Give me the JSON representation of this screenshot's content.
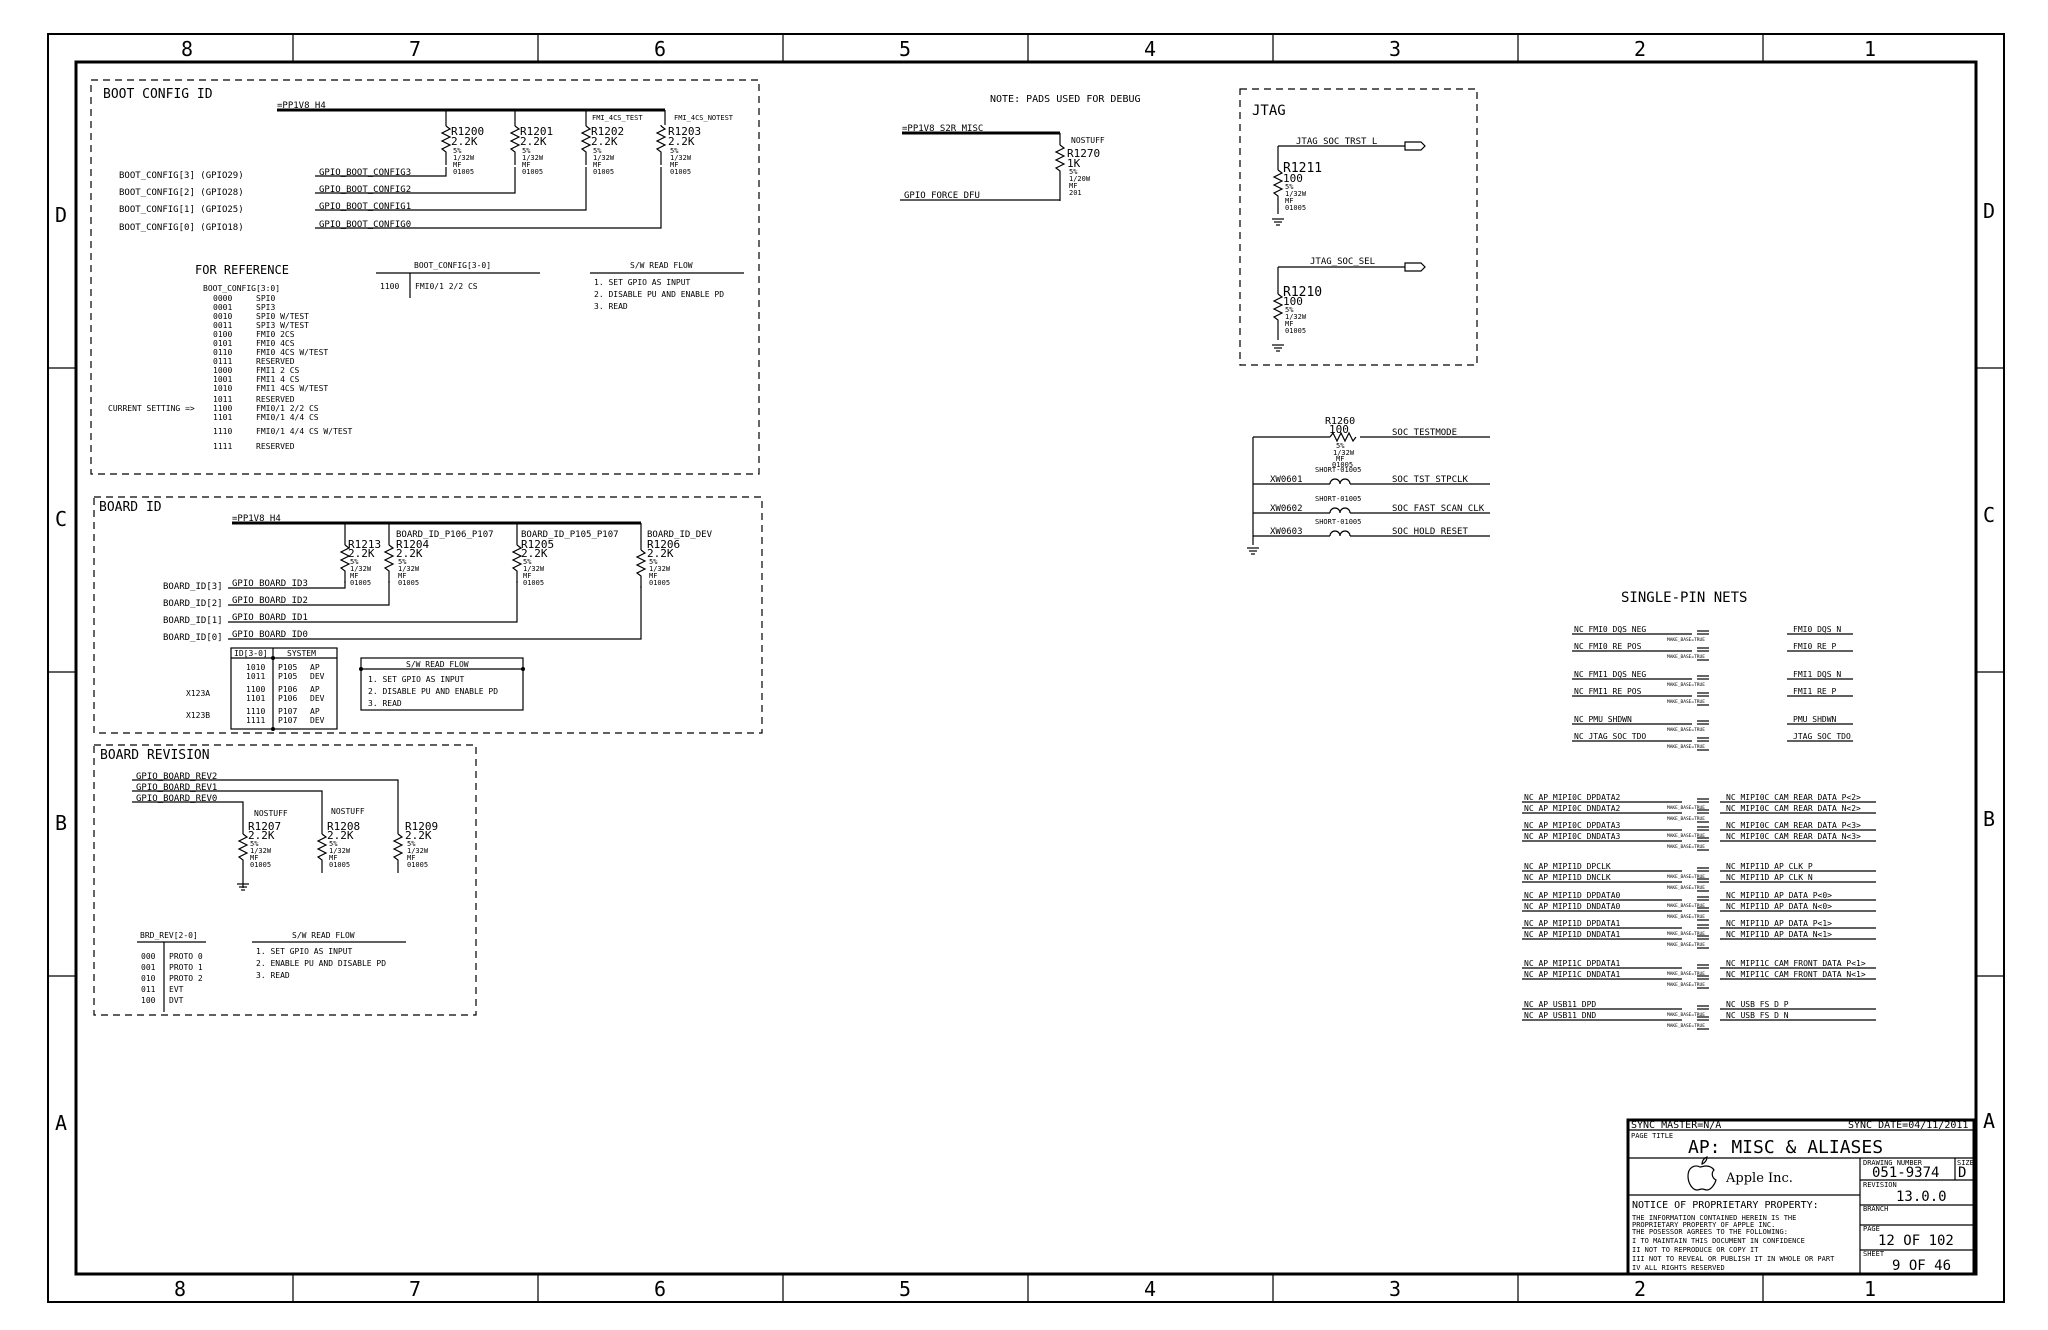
{
  "border": {
    "columns": [
      "8",
      "7",
      "6",
      "5",
      "4",
      "3",
      "2",
      "1"
    ],
    "rows": [
      "D",
      "C",
      "B",
      "A"
    ]
  },
  "note_debug": "NOTE:  PADS USED FOR DEBUG",
  "boot_config": {
    "title": "BOOT CONFIG ID",
    "rail": "=PP1V8_H4",
    "fmi_labels": [
      "FMI_4CS_TEST",
      "FMI_4CS_NOTEST"
    ],
    "resistors": [
      {
        "ref": "R1200",
        "value": "2.2K",
        "specs": [
          "5%",
          "1/32W",
          "MF",
          "01005"
        ]
      },
      {
        "ref": "R1201",
        "value": "2.2K",
        "specs": [
          "5%",
          "1/32W",
          "MF",
          "01005"
        ]
      },
      {
        "ref": "R1202",
        "value": "2.2K",
        "specs": [
          "5%",
          "1/32W",
          "MF",
          "01005"
        ]
      },
      {
        "ref": "R1203",
        "value": "2.2K",
        "specs": [
          "5%",
          "1/32W",
          "MF",
          "01005"
        ]
      }
    ],
    "signals": [
      {
        "label": "BOOT_CONFIG[3] (GPIO29)",
        "net": "GPIO_BOOT_CONFIG3"
      },
      {
        "label": "BOOT_CONFIG[2] (GPIO28)",
        "net": "GPIO_BOOT_CONFIG2"
      },
      {
        "label": "BOOT_CONFIG[1] (GPIO25)",
        "net": "GPIO_BOOT_CONFIG1"
      },
      {
        "label": "BOOT_CONFIG[0] (GPIO18)",
        "net": "GPIO_BOOT_CONFIG0"
      }
    ],
    "reference_title": "FOR REFERENCE",
    "reference_header": "BOOT_CONFIG[3:0]",
    "reference_rows": [
      {
        "code": "0000",
        "desc": "SPI0"
      },
      {
        "code": "0001",
        "desc": "SPI3"
      },
      {
        "code": "0010",
        "desc": "SPI0 W/TEST"
      },
      {
        "code": "0011",
        "desc": "SPI3 W/TEST"
      },
      {
        "code": "0100",
        "desc": "FMI0 2CS"
      },
      {
        "code": "0101",
        "desc": "FMI0 4CS"
      },
      {
        "code": "0110",
        "desc": "FMI0 4CS W/TEST"
      },
      {
        "code": "0111",
        "desc": "RESERVED"
      },
      {
        "code": "1000",
        "desc": "FMI1 2 CS"
      },
      {
        "code": "1001",
        "desc": "FMI1 4 CS"
      },
      {
        "code": "1010",
        "desc": "FMI1 4CS W/TEST"
      },
      {
        "code": "1011",
        "desc": "RESERVED"
      },
      {
        "code": "1100",
        "desc": "FMI0/1 2/2 CS"
      },
      {
        "code": "1101",
        "desc": "FMI0/1 4/4 CS"
      },
      {
        "code": "1110",
        "desc": "FMI0/1 4/4 CS W/TEST"
      },
      {
        "code": "1111",
        "desc": "RESERVED"
      }
    ],
    "current_setting": "CURRENT SETTING =>",
    "table_header": "BOOT_CONFIG[3-0]",
    "table_code": "1100",
    "table_desc": "FMI0/1 2/2 CS",
    "sw_title": "S/W READ FLOW",
    "sw_steps": [
      "1.  SET GPIO AS INPUT",
      "2.  DISABLE PU AND ENABLE PD",
      "3.  READ"
    ]
  },
  "misc": {
    "rail": "=PP1V8_S2R_MISC",
    "nostuff": "NOSTUFF",
    "resistor": {
      "ref": "R1270",
      "value": "1K",
      "specs": [
        "5%",
        "1/20W",
        "MF",
        "201"
      ]
    },
    "net": "GPIO_FORCE_DFU"
  },
  "jtag": {
    "title": "JTAG",
    "nets": [
      "JTAG_SOC_TRST_L",
      "JTAG_SOC_SEL"
    ],
    "resistors": [
      {
        "ref": "R1211",
        "value": "100",
        "specs": [
          "5%",
          "1/32W",
          "MF",
          "01005"
        ]
      },
      {
        "ref": "R1210",
        "value": "100",
        "specs": [
          "5%",
          "1/32W",
          "MF",
          "01005"
        ]
      }
    ]
  },
  "testmode": {
    "resistor": {
      "ref": "R1260",
      "value": "100",
      "specs": [
        "5%",
        "1/32W",
        "MF",
        "01005"
      ]
    },
    "nets": [
      "SOC_TESTMODE",
      "SOC_TST_STPCLK",
      "SOC_FAST_SCAN_CLK",
      "SOC_HOLD_RESET"
    ],
    "shorts": [
      {
        "ref": "XW0601",
        "label": "SHORT-01005"
      },
      {
        "ref": "XW0602",
        "label": "SHORT-01005"
      },
      {
        "ref": "XW0603",
        "label": "SHORT-01005"
      }
    ]
  },
  "board_id": {
    "title": "BOARD ID",
    "rail": "=PP1V8_H4",
    "group_labels": [
      "BOARD_ID_P106_P107",
      "BOARD_ID_P105_P107",
      "BOARD_ID_DEV"
    ],
    "resistors": [
      {
        "ref": "R1213",
        "value": "2.2K",
        "specs": [
          "5%",
          "1/32W",
          "MF",
          "01005"
        ]
      },
      {
        "ref": "R1204",
        "value": "2.2K",
        "specs": [
          "5%",
          "1/32W",
          "MF",
          "01005"
        ]
      },
      {
        "ref": "R1205",
        "value": "2.2K",
        "specs": [
          "5%",
          "1/32W",
          "MF",
          "01005"
        ]
      },
      {
        "ref": "R1206",
        "value": "2.2K",
        "specs": [
          "5%",
          "1/32W",
          "MF",
          "01005"
        ]
      }
    ],
    "signals": [
      {
        "label": "BOARD_ID[3]",
        "net": "GPIO_BOARD_ID3"
      },
      {
        "label": "BOARD_ID[2]",
        "net": "GPIO_BOARD_ID2"
      },
      {
        "label": "BOARD_ID[1]",
        "net": "GPIO_BOARD_ID1"
      },
      {
        "label": "BOARD_ID[0]",
        "net": "GPIO_BOARD_ID0"
      }
    ],
    "table_headers": [
      "ID[3-0]",
      "SYSTEM"
    ],
    "table_rows": [
      {
        "code": "1010",
        "sys": "P105",
        "type": "AP"
      },
      {
        "code": "1011",
        "sys": "P105",
        "type": "DEV"
      },
      {
        "code": "1100",
        "sys": "P106",
        "type": "AP"
      },
      {
        "code": "1101",
        "sys": "P106",
        "type": "DEV"
      },
      {
        "code": "1110",
        "sys": "P107",
        "type": "AP"
      },
      {
        "code": "1111",
        "sys": "P107",
        "type": "DEV"
      }
    ],
    "row_labels": [
      "X123A",
      "X123B"
    ],
    "sw_title": "S/W READ FLOW",
    "sw_steps": [
      "1.  SET GPIO AS INPUT",
      "2.  DISABLE PU AND ENABLE PD",
      "3.  READ"
    ]
  },
  "board_revision": {
    "title": "BOARD REVISION",
    "nets": [
      "GPIO_BOARD_REV2",
      "GPIO_BOARD_REV1",
      "GPIO_BOARD_REV0"
    ],
    "nostuff": "NOSTUFF",
    "resistors": [
      {
        "ref": "R1207",
        "value": "2.2K",
        "specs": [
          "5%",
          "1/32W",
          "MF",
          "01005"
        ]
      },
      {
        "ref": "R1208",
        "value": "2.2K",
        "specs": [
          "5%",
          "1/32W",
          "MF",
          "01005"
        ]
      },
      {
        "ref": "R1209",
        "value": "2.2K",
        "specs": [
          "5%",
          "1/32W",
          "MF",
          "01005"
        ]
      }
    ],
    "table_header": "BRD_REV[2-0]",
    "table_rows": [
      {
        "code": "000",
        "desc": "PROTO 0"
      },
      {
        "code": "001",
        "desc": "PROTO 1"
      },
      {
        "code": "010",
        "desc": "PROTO 2"
      },
      {
        "code": "011",
        "desc": "EVT"
      },
      {
        "code": "100",
        "desc": "DVT"
      }
    ],
    "sw_title": "S/W READ FLOW",
    "sw_steps": [
      "1.  SET GPIO AS INPUT",
      "2.  ENABLE PU AND DISABLE PD",
      "3.  READ"
    ]
  },
  "single_pin": {
    "title": "SINGLE-PIN NETS",
    "make_base": "MAKE_BASE=TRUE",
    "groups": [
      [
        {
          "left": "NC_FMI0_DQS_NEG",
          "right": "FMI0_DQS_N"
        },
        {
          "left": "NC_FMI0_RE_POS",
          "right": "FMI0_RE_P"
        }
      ],
      [
        {
          "left": "NC_FMI1_DQS_NEG",
          "right": "FMI1_DQS_N"
        },
        {
          "left": "NC_FMI1_RE_POS",
          "right": "FMI1_RE_P"
        }
      ],
      [
        {
          "left": "NC_PMU_SHDWN",
          "right": "PMU_SHDWN"
        },
        {
          "left": "NC_JTAG_SOC_TDO",
          "right": "JTAG_SOC_TDO"
        }
      ]
    ]
  },
  "mipi": {
    "groups": [
      [
        {
          "left": "NC_AP_MIPI0C_DPDATA2",
          "right": "NC_MIPI0C_CAM_REAR_DATA_P<2>"
        },
        {
          "left": "NC_AP_MIPI0C_DNDATA2",
          "right": "NC_MIPI0C_CAM_REAR_DATA_N<2>"
        }
      ],
      [
        {
          "left": "NC_AP_MIPI0C_DPDATA3",
          "right": "NC_MIPI0C_CAM_REAR_DATA_P<3>"
        },
        {
          "left": "NC_AP_MIPI0C_DNDATA3",
          "right": "NC_MIPI0C_CAM_REAR_DATA_N<3>"
        }
      ],
      [
        {
          "left": "NC_AP_MIPI1D_DPCLK",
          "right": "NC_MIPI1D_AP_CLK_P"
        },
        {
          "left": "NC_AP_MIPI1D_DNCLK",
          "right": "NC_MIPI1D_AP_CLK_N"
        }
      ],
      [
        {
          "left": "NC_AP_MIPI1D_DPDATA0",
          "right": "NC_MIPI1D_AP_DATA_P<0>"
        },
        {
          "left": "NC_AP_MIPI1D_DNDATA0",
          "right": "NC_MIPI1D_AP_DATA_N<0>"
        }
      ],
      [
        {
          "left": "NC_AP_MIPI1D_DPDATA1",
          "right": "NC_MIPI1D_AP_DATA_P<1>"
        },
        {
          "left": "NC_AP_MIPI1D_DNDATA1",
          "right": "NC_MIPI1D_AP_DATA_N<1>"
        }
      ],
      [
        {
          "left": "NC_AP_MIPI1C_DPDATA1",
          "right": "NC_MIPI1C_CAM_FRONT_DATA_P<1>"
        },
        {
          "left": "NC_AP_MIPI1C_DNDATA1",
          "right": "NC_MIPI1C_CAM_FRONT_DATA_N<1>"
        }
      ],
      [
        {
          "left": "NC_AP_USB11_DPD",
          "right": "NC_USB_FS_D_P"
        },
        {
          "left": "NC_AP_USB11_DND",
          "right": "NC_USB_FS_D_N"
        }
      ]
    ]
  },
  "title_block": {
    "sync_master": "SYNC_MASTER=N/A",
    "sync_date": "SYNC_DATE=04/11/2011",
    "page_title_label": "PAGE TITLE",
    "page_title": "AP: MISC & ALIASES",
    "drawing_number_label": "DRAWING NUMBER",
    "drawing_number": "051-9374",
    "size_label": "SIZE",
    "size": "D",
    "company": "Apple Inc.",
    "revision_label": "REVISION",
    "revision": "13.0.0",
    "branch_label": "BRANCH",
    "notice_title": "NOTICE OF PROPRIETARY PROPERTY:",
    "notice_lines": [
      "THE INFORMATION CONTAINED HEREIN IS THE",
      "PROPRIETARY PROPERTY OF APPLE INC.",
      "THE POSESSOR AGREES TO THE FOLLOWING:",
      " I TO MAINTAIN THIS DOCUMENT IN CONFIDENCE",
      "II NOT TO REPRODUCE OR COPY IT",
      "III NOT TO REVEAL OR PUBLISH IT IN WHOLE OR PART",
      "IV ALL RIGHTS RESERVED"
    ],
    "page_label": "PAGE",
    "page": "12 OF 102",
    "sheet_label": "SHEET",
    "sheet": "9 OF 46"
  }
}
